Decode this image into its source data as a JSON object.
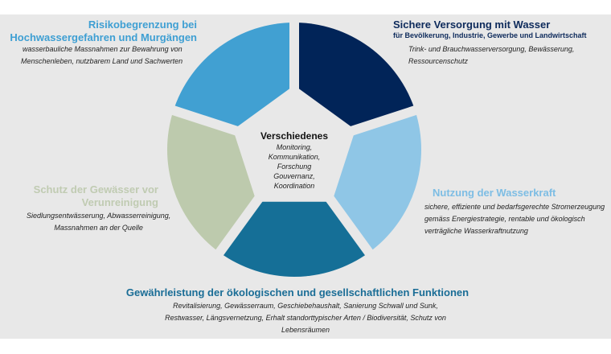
{
  "center": {
    "title": "Verschiedenes",
    "lines": [
      "Monitoring,",
      "Kommunikation,",
      "Forschung",
      "Gouvernanz,",
      "Koordination"
    ]
  },
  "segments": [
    {
      "id": "risk",
      "title": [
        "Risikobegrenzung bei",
        "Hochwassergefahren und Murgängen"
      ],
      "text": [
        "wasserbauliche Massnahmen zur Bewahrung von",
        "Menschenleben, nutzbarem Land und Sachwerten"
      ],
      "color": "#41a0d2",
      "title_color": "#3e9fd3"
    },
    {
      "id": "supply",
      "title": [
        "Sichere Versorgung mit Wasser"
      ],
      "subtitle": "für Bevölkerung, Industrie, Gewerbe und Landwirtschaft",
      "text": [
        "Trink- und Brauchwasserversorgung,  Bewässerung,",
        "Ressourcenschutz"
      ],
      "color": "#012458",
      "title_color": "#0d2a5b"
    },
    {
      "id": "hydro",
      "title": [
        "Nutzung der Wasserkraft"
      ],
      "text": [
        "sichere, effiziente und bedarfsgerechte Stromerzeugung",
        "gemäss Energiestrategie, rentable und ökologisch",
        "verträgliche Wasserkraftnutzung"
      ],
      "color": "#8fc6e6",
      "title_color": "#7dbde4"
    },
    {
      "id": "ecology",
      "title": [
        "Gewährleistung der ökologischen und gesellschaftlichen Funktionen"
      ],
      "text": [
        "Revitalisierung, Gewässerraum,  Geschiebehaushalt,  Sanierung Schwall und Sunk,",
        "Restwasser,  Längsvernetzung,  Erhalt standorttypischer Arten / Biodiversität, Schutz von",
        "Lebensräumen"
      ],
      "color": "#156f97",
      "title_color": "#1a6d96"
    },
    {
      "id": "protection",
      "title": [
        "Schutz der Gewässer vor",
        "Verunreinigung"
      ],
      "text": [
        "Siedlungsentwässerung,  Abwasserreinigung,",
        "Massnahmen an der Quelle"
      ],
      "color": "#bdcaad",
      "title_color": "#c0cbb2"
    }
  ]
}
